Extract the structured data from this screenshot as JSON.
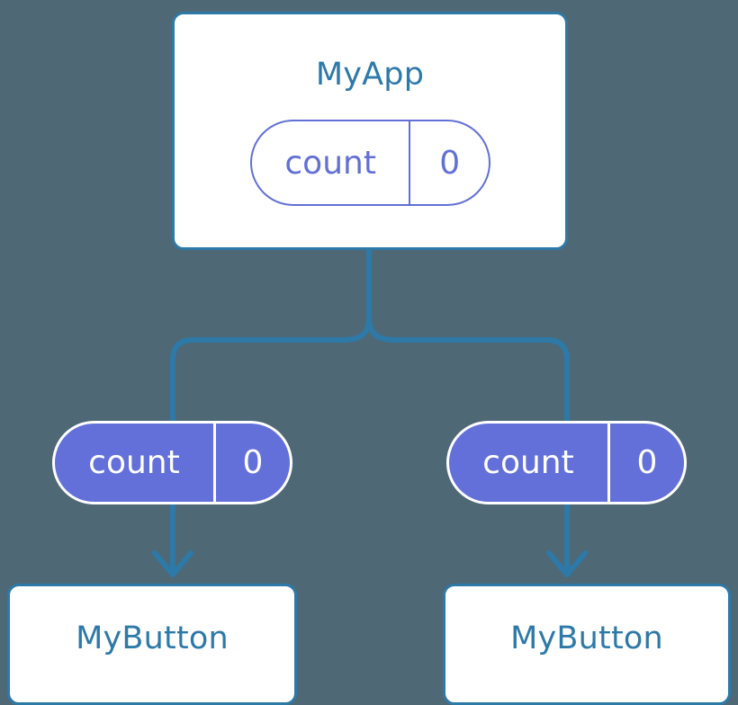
{
  "diagram": {
    "title": "React component state propagation tree",
    "background_color": "#4e6876",
    "colors": {
      "box_border": "#2d79a8",
      "box_fill": "#ffffff",
      "box_text": "#2d79a8",
      "connector": "#2d79a8",
      "pill_outline_stroke": "#6170d5",
      "pill_filled_fill": "#6370d9",
      "pill_filled_stroke": "#ffffff",
      "pill_filled_text": "#ffffff"
    }
  },
  "root": {
    "label": "MyApp",
    "state": {
      "key": "count",
      "value": "0"
    }
  },
  "branches": [
    {
      "side": "left",
      "state": {
        "key": "count",
        "value": "0"
      },
      "child": {
        "label": "MyButton"
      }
    },
    {
      "side": "right",
      "state": {
        "key": "count",
        "value": "0"
      },
      "child": {
        "label": "MyButton"
      }
    }
  ]
}
